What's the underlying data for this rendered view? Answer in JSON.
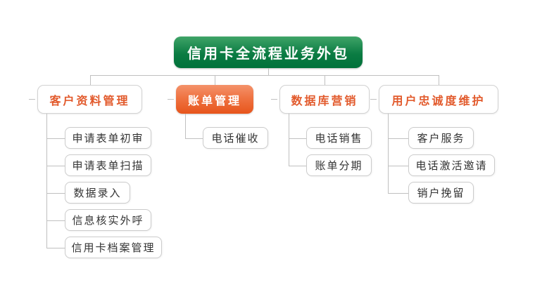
{
  "title": {
    "label": "信用卡全流程业务外包"
  },
  "colors": {
    "root_green_top": "#3fa468",
    "root_green_bottom": "#00713a",
    "branch_orange_top": "#f4926a",
    "branch_orange_bottom": "#e7551c",
    "accent_text": "#e25a2c",
    "connector_line": "#c0c0c0"
  },
  "branches": [
    {
      "label": "客户资料管理",
      "highlighted": false,
      "children": [
        "申请表单初审",
        "申请表单扫描",
        "数据录入",
        "信息核实外呼",
        "信用卡档案管理"
      ]
    },
    {
      "label": "账单管理",
      "highlighted": true,
      "children": [
        "电话催收"
      ]
    },
    {
      "label": "数据库营销",
      "highlighted": false,
      "children": [
        "电话销售",
        "账单分期"
      ]
    },
    {
      "label": "用户忠诚度维护",
      "highlighted": false,
      "children": [
        "客户服务",
        "电话激活邀请",
        "销户挽留"
      ]
    }
  ]
}
